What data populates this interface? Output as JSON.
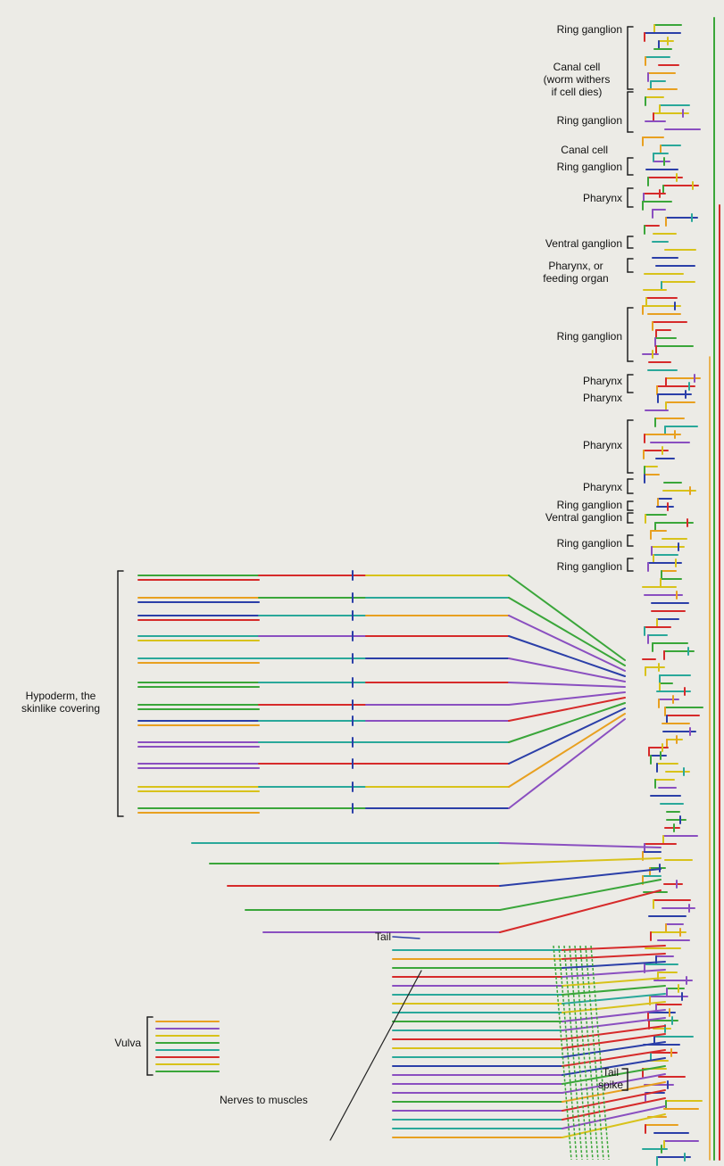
{
  "labels": {
    "ring_ganglion_1": "Ring ganglion",
    "canal_cell_1": "Canal cell\n(worm withers\nif cell dies)",
    "ring_ganglion_2": "Ring ganglion",
    "canal_cell_2": "Canal cell",
    "ring_ganglion_3": "Ring ganglion",
    "pharynx_1": "Pharynx",
    "ventral_ganglion_1": "Ventral ganglion",
    "pharynx_feeding": "Pharynx, or\nfeeding organ",
    "ring_ganglion_4": "Ring ganglion",
    "pharynx_2": "Pharynx",
    "pharynx_3": "Pharynx",
    "pharynx_4": "Pharynx",
    "pharynx_5": "Pharynx",
    "ring_ganglion_5": "Ring ganglion",
    "ventral_ganglion_2": "Ventral ganglion",
    "ring_ganglion_6": "Ring ganglion",
    "ring_ganglion_7": "Ring ganglion",
    "hypoderm": "Hypoderm, the\nskinlike covering",
    "tail": "Tail",
    "vulva": "Vulva",
    "nerves_to_muscles": "Nerves to muscles",
    "tail_spike": "Tail\nspike"
  },
  "colors": {
    "background": "#ecebe6",
    "green": "#3aa63a",
    "red": "#d62a2a",
    "orange": "#e8a020",
    "yellow": "#d8c21a",
    "blue": "#2b3fa8",
    "purple": "#8a4fc0",
    "teal": "#2aa89a",
    "black": "#222222"
  }
}
